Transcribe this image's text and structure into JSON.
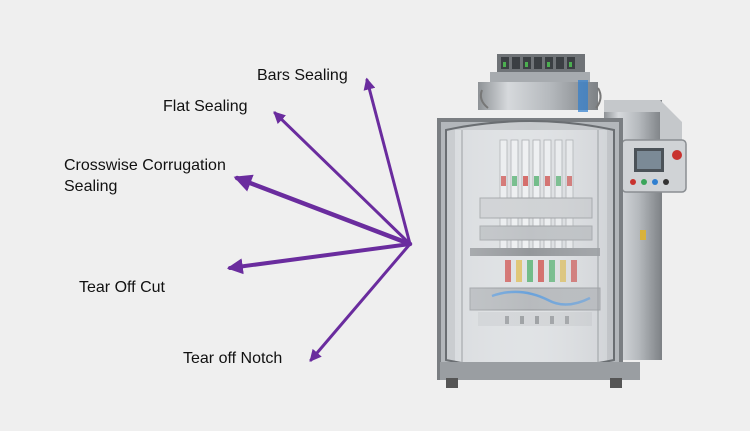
{
  "labels": {
    "bars_sealing": "Bars Sealing",
    "flat_sealing": "Flat Sealing",
    "crosswise_corrugation_sealing": "Crosswise Corrugation\nSealing",
    "tear_off_cut": "Tear Off Cut",
    "tear_off_notch": "Tear off Notch"
  },
  "colors": {
    "background": "#efefef",
    "arrow": "#6a2c9e",
    "machine_steel": "#b8bcc0",
    "machine_dark": "#5a5e62",
    "accent_red": "#c8322e",
    "accent_green": "#3aa55a",
    "accent_blue": "#2f7fd0"
  }
}
